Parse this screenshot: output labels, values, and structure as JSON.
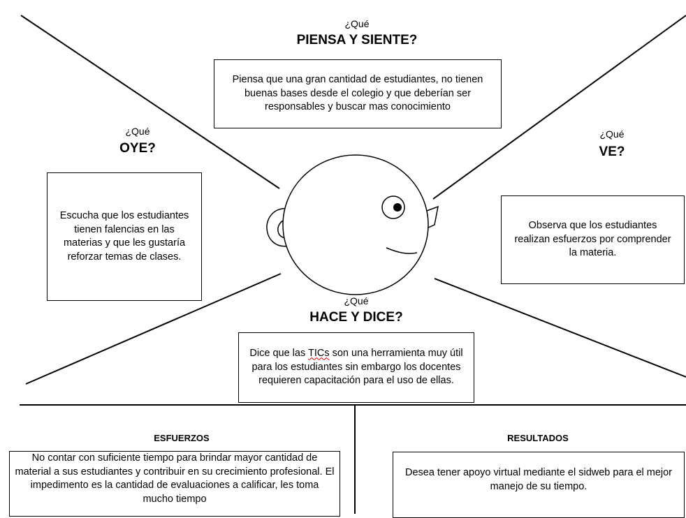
{
  "piensa": {
    "question": "¿Qué",
    "heading": "PIENSA Y SIENTE?",
    "text": "Piensa que una gran cantidad de estudiantes, no tienen buenas bases desde el colegio y que deberían ser responsables y buscar mas conocimiento"
  },
  "oye": {
    "question": "¿Qué",
    "heading": "OYE?",
    "text": "Escucha que los estudiantes tienen falencias en las materias y que les gustaría reforzar temas de clases."
  },
  "ve": {
    "question": "¿Qué",
    "heading": "VE?",
    "text": "Observa que los estudiantes realizan esfuerzos por comprender la materia."
  },
  "hace": {
    "question": "¿Qué",
    "heading": "HACE Y DICE?",
    "text_before": "Dice que las ",
    "text_tics": "TICs",
    "text_after": " son una herramienta muy útil para los estudiantes sin embargo los docentes requieren capacitación para el uso de ellas."
  },
  "esfuerzos": {
    "heading": "ESFUERZOS",
    "text": "No contar con suficiente tiempo para brindar mayor cantidad de material a sus estudiantes y contribuir en su crecimiento profesional. El impedimento es la cantidad de evaluaciones a calificar, les toma mucho tiempo"
  },
  "resultados": {
    "heading": "RESULTADOS",
    "text": "Desea tener apoyo virtual mediante el sidweb para el mejor manejo de su tiempo."
  }
}
